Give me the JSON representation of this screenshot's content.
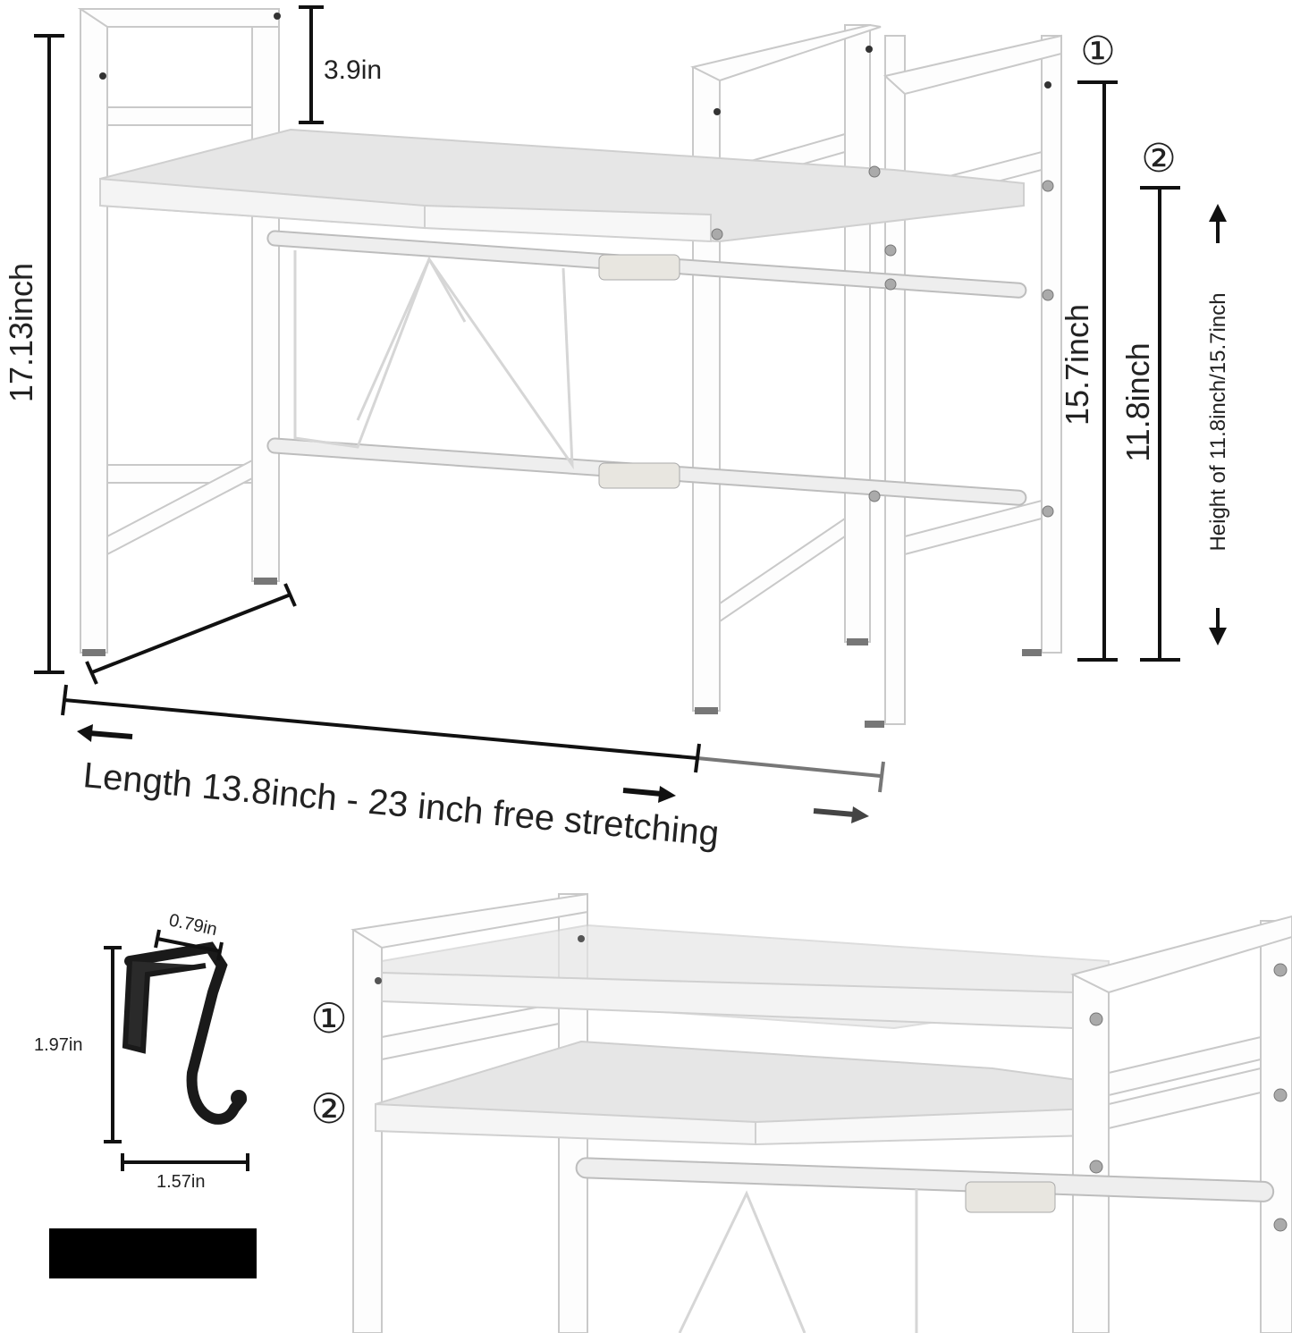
{
  "top_diagram": {
    "top_guard_height": "3.9in",
    "total_height": "17.13inch",
    "marker_1": "①",
    "marker_2": "②",
    "height_1": "15.7inch",
    "height_2": "11.8inch",
    "height_note": "Height of 11.8inch/15.7inch",
    "length_note": "Length 13.8inch - 23 inch free stretching"
  },
  "hook": {
    "width_top": "0.79in",
    "height": "1.97in",
    "width_bottom": "1.57in",
    "color": "#1a1a1a"
  },
  "bottom_diagram": {
    "marker_1": "①",
    "marker_2": "②"
  },
  "swatch_color": "#000000"
}
